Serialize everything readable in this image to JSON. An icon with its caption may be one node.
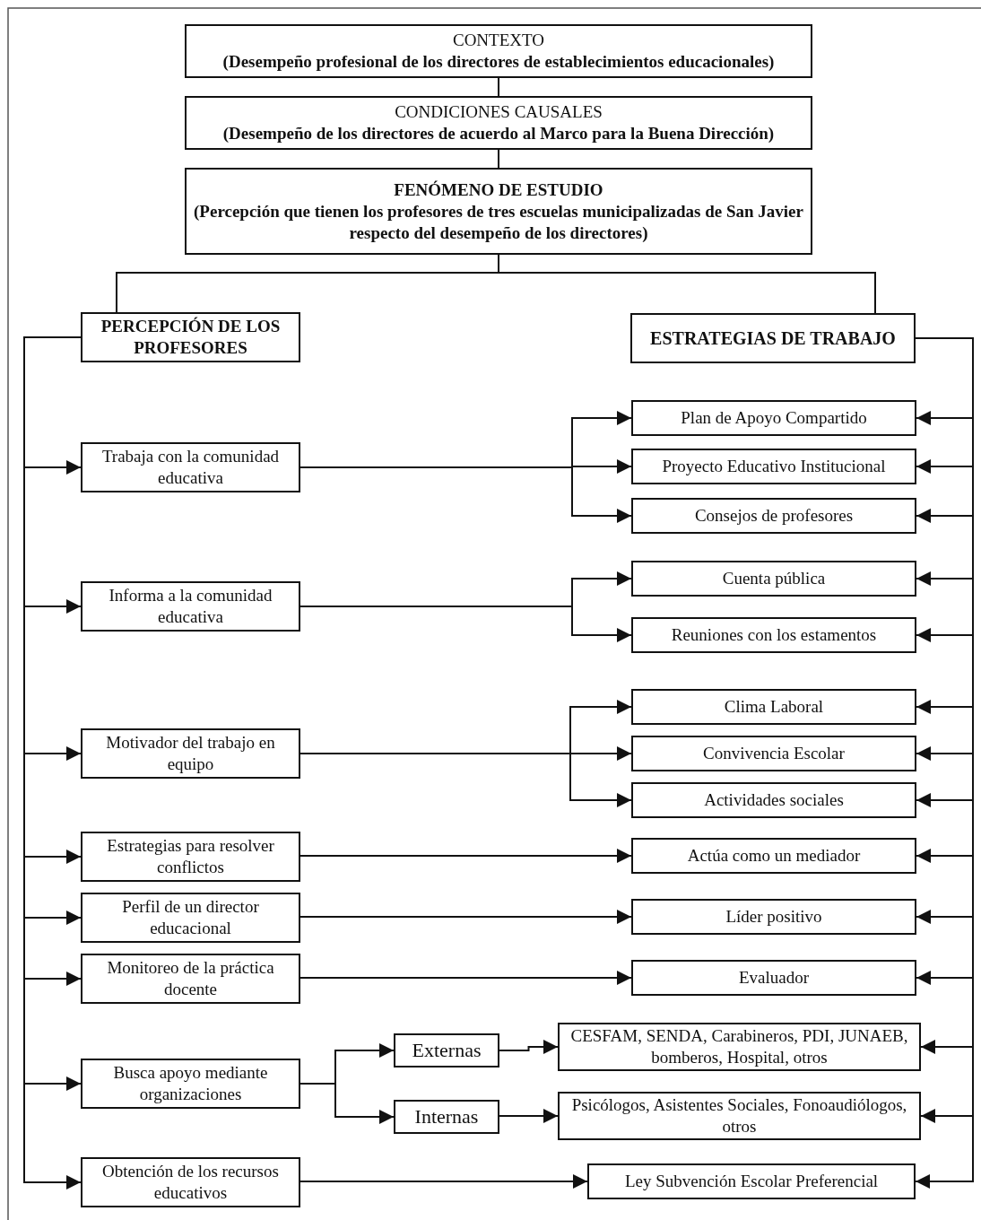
{
  "diagram": {
    "nodes": [
      {
        "text": [
          "CONTEXTO",
          "(Desempeño profesional de los directores de establecimientos educacionales)"
        ]
      },
      {
        "text": [
          "CONDICIONES CAUSALES",
          "(Desempeño de los directores de acuerdo al Marco para la Buena Dirección)"
        ]
      },
      {
        "text": [
          "FENÓMENO DE ESTUDIO",
          "(Percepción que tienen los profesores de tres escuelas municipalizadas de San Javier respecto del desempeño de los directores)"
        ]
      },
      {
        "text": [
          "PERCEPCIÓN DE LOS PROFESORES"
        ]
      },
      {
        "text": [
          "ESTRATEGIAS DE TRABAJO"
        ]
      },
      {
        "text": [
          "Trabaja con la comunidad educativa"
        ]
      },
      {
        "text": [
          "Informa a la comunidad educativa"
        ]
      },
      {
        "text": [
          "Motivador del trabajo en equipo"
        ]
      },
      {
        "text": [
          "Estrategias para resolver conflictos"
        ]
      },
      {
        "text": [
          "Perfil de un director educacional"
        ]
      },
      {
        "text": [
          "Monitoreo de la práctica docente"
        ]
      },
      {
        "text": [
          "Busca apoyo mediante organizaciones"
        ]
      },
      {
        "text": [
          "Obtención de los recursos educativos"
        ]
      },
      {
        "text": [
          "Externas"
        ]
      },
      {
        "text": [
          "Internas"
        ]
      },
      {
        "text": [
          "Plan de Apoyo Compartido"
        ]
      },
      {
        "text": [
          "Proyecto Educativo Institucional"
        ]
      },
      {
        "text": [
          "Consejos de profesores"
        ]
      },
      {
        "text": [
          "Cuenta pública"
        ]
      },
      {
        "text": [
          "Reuniones con los estamentos"
        ]
      },
      {
        "text": [
          "Clima Laboral"
        ]
      },
      {
        "text": [
          "Convivencia Escolar"
        ]
      },
      {
        "text": [
          "Actividades sociales"
        ]
      },
      {
        "text": [
          "Actúa como un mediador"
        ]
      },
      {
        "text": [
          "Líder positivo"
        ]
      },
      {
        "text": [
          "Evaluador"
        ]
      },
      {
        "text": [
          "CESFAM, SENDA, Carabineros, PDI, JUNAEB, bomberos, Hospital, otros"
        ]
      },
      {
        "text": [
          "Psicólogos, Asistentes Sociales, Fonoaudiólogos, otros"
        ]
      },
      {
        "text": [
          "Ley Subvención Escolar Preferencial"
        ]
      }
    ],
    "edges": [
      {
        "from": 0,
        "to": 1,
        "arrow": "none"
      },
      {
        "from": 1,
        "to": 2,
        "arrow": "none"
      },
      {
        "from": 2,
        "to": 3,
        "arrow": "none"
      },
      {
        "from": 2,
        "to": 4,
        "arrow": "none"
      },
      {
        "from": 3,
        "to": 5,
        "arrow": "to"
      },
      {
        "from": 3,
        "to": 6,
        "arrow": "to"
      },
      {
        "from": 3,
        "to": 7,
        "arrow": "to"
      },
      {
        "from": 3,
        "to": 8,
        "arrow": "to"
      },
      {
        "from": 3,
        "to": 9,
        "arrow": "to"
      },
      {
        "from": 3,
        "to": 10,
        "arrow": "to"
      },
      {
        "from": 3,
        "to": 11,
        "arrow": "to"
      },
      {
        "from": 3,
        "to": 12,
        "arrow": "to"
      },
      {
        "from": 4,
        "to": 15,
        "arrow": "to"
      },
      {
        "from": 4,
        "to": 16,
        "arrow": "to"
      },
      {
        "from": 4,
        "to": 17,
        "arrow": "to"
      },
      {
        "from": 4,
        "to": 18,
        "arrow": "to"
      },
      {
        "from": 4,
        "to": 19,
        "arrow": "to"
      },
      {
        "from": 4,
        "to": 20,
        "arrow": "to"
      },
      {
        "from": 4,
        "to": 21,
        "arrow": "to"
      },
      {
        "from": 4,
        "to": 22,
        "arrow": "to"
      },
      {
        "from": 4,
        "to": 23,
        "arrow": "to"
      },
      {
        "from": 4,
        "to": 24,
        "arrow": "to"
      },
      {
        "from": 4,
        "to": 25,
        "arrow": "to"
      },
      {
        "from": 4,
        "to": 26,
        "arrow": "to"
      },
      {
        "from": 4,
        "to": 27,
        "arrow": "to"
      },
      {
        "from": 4,
        "to": 28,
        "arrow": "to"
      },
      {
        "from": 5,
        "to": 15,
        "arrow": "to"
      },
      {
        "from": 5,
        "to": 16,
        "arrow": "to"
      },
      {
        "from": 5,
        "to": 17,
        "arrow": "to"
      },
      {
        "from": 6,
        "to": 18,
        "arrow": "to"
      },
      {
        "from": 6,
        "to": 19,
        "arrow": "to"
      },
      {
        "from": 7,
        "to": 20,
        "arrow": "to"
      },
      {
        "from": 7,
        "to": 21,
        "arrow": "to"
      },
      {
        "from": 7,
        "to": 22,
        "arrow": "to"
      },
      {
        "from": 8,
        "to": 23,
        "arrow": "to"
      },
      {
        "from": 9,
        "to": 24,
        "arrow": "to"
      },
      {
        "from": 10,
        "to": 25,
        "arrow": "to"
      },
      {
        "from": 11,
        "to": 13,
        "arrow": "to"
      },
      {
        "from": 11,
        "to": 14,
        "arrow": "to"
      },
      {
        "from": 13,
        "to": 26,
        "arrow": "to"
      },
      {
        "from": 14,
        "to": 27,
        "arrow": "to"
      },
      {
        "from": 12,
        "to": 28,
        "arrow": "to"
      }
    ]
  }
}
